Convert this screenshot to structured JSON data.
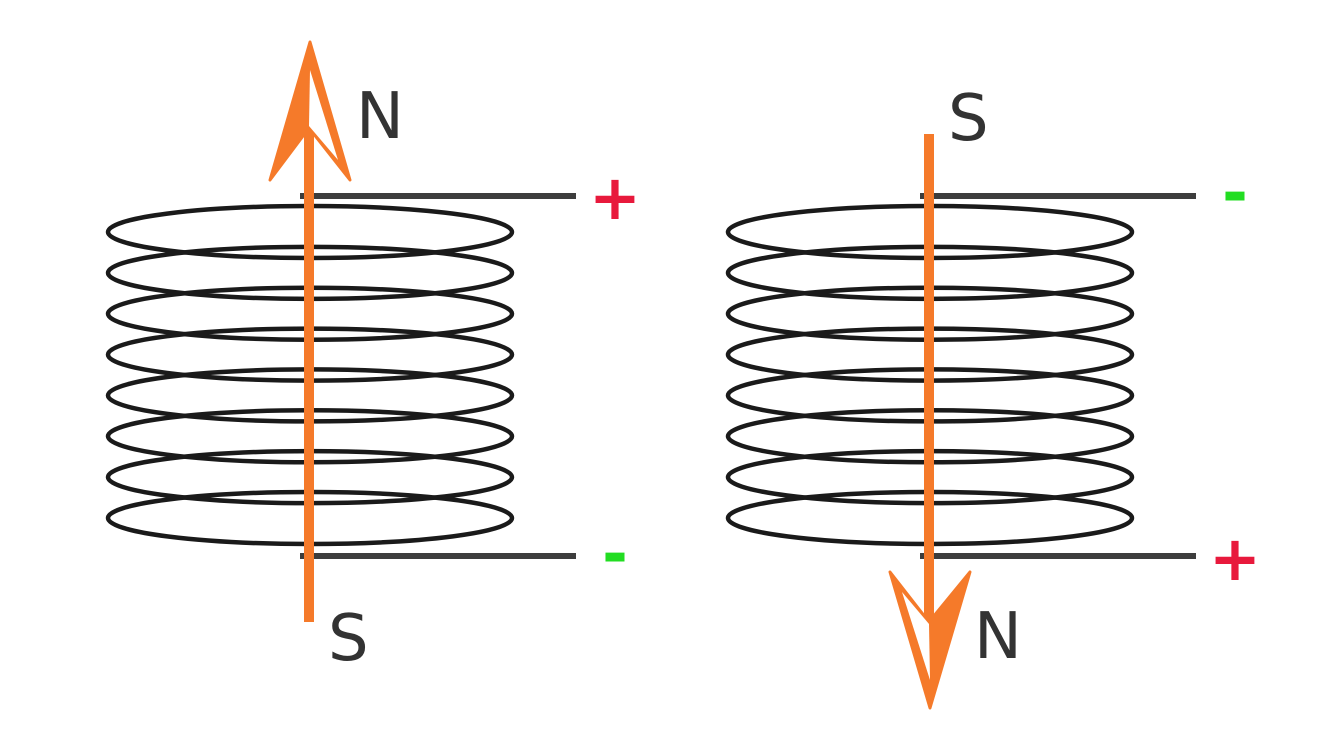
{
  "diagram": {
    "colors": {
      "coil": "#1a1a1a",
      "lead": "#3d3d3d",
      "field_arrow": "#f57a2a",
      "positive": "#e8193c",
      "negative": "#22dd22",
      "pole_text": "#333333"
    },
    "left_solenoid": {
      "north_label": "N",
      "south_label": "S",
      "top_terminal": "+",
      "bottom_terminal": "-",
      "field_direction": "up",
      "turns": 8
    },
    "right_solenoid": {
      "north_label": "N",
      "south_label": "S",
      "top_terminal": "-",
      "bottom_terminal": "+",
      "field_direction": "down",
      "turns": 8
    }
  }
}
